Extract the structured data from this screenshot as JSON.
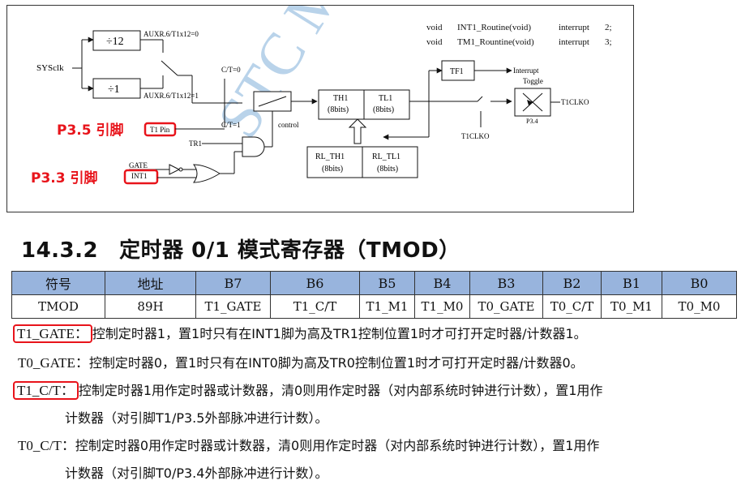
{
  "diagram": {
    "code_lines": [
      {
        "type": "void",
        "name": "INT1_Routine(void)",
        "kw": "interrupt",
        "num": "2;"
      },
      {
        "type": "void",
        "name": "TM1_Rountine(void)",
        "kw": "interrupt",
        "num": "3;"
      }
    ],
    "sysclk": "SYSclk",
    "div12": "÷12",
    "div1": "÷1",
    "auxr_0": "AUXR.6/T1x12=0",
    "auxr_1": "AUXR.6/T1x12=1",
    "ct0": "C/T=0",
    "ct1": "C/T=1",
    "control": "control",
    "t1pin": "T1 Pin",
    "tr1": "TR1",
    "gate": "GATE",
    "int1": "INT1",
    "th1": "TH1",
    "tl1": "TL1",
    "bits8": "(8bits)",
    "rl_th1": "RL_TH1",
    "rl_tl1": "RL_TL1",
    "tf1": "TF1",
    "interrupt": "Interrupt",
    "toggle": "Toggle",
    "t1clko": "T1CLKO",
    "p34": "P3.4",
    "p35_label": "P3.5 引脚",
    "p33_label": "P3.3 引脚",
    "watermark": "STC M"
  },
  "section": {
    "number": "14.3.2",
    "title": "定时器 0/1 模式寄存器（TMOD）"
  },
  "table": {
    "headers": [
      "符号",
      "地址",
      "B7",
      "B6",
      "B5",
      "B4",
      "B3",
      "B2",
      "B1",
      "B0"
    ],
    "row": [
      "TMOD",
      "89H",
      "T1_GATE",
      "T1_C/T",
      "T1_M1",
      "T1_M0",
      "T0_GATE",
      "T0_C/T",
      "T0_M1",
      "T0_M0"
    ]
  },
  "descriptions": {
    "t1_gate_term": "T1_GATE：",
    "t1_gate_text": "控制定时器1，置1时只有在INT1脚为高及TR1控制位置1时才可打开定时器/计数器1。",
    "t0_gate_term": "T0_GATE：",
    "t0_gate_text": "控制定时器0，置1时只有在INT0脚为高及TR0控制位置1时才可打开定时器/计数器0。",
    "t1_ct_term": "T1_C/T：",
    "t1_ct_text": "控制定时器1用作定时器或计数器，清0则用作定时器（对内部系统时钟进行计数），置1用作",
    "t1_ct_cont": "计数器（对引脚T1/P3.5外部脉冲进行计数）。",
    "t0_ct_term": "T0_C/T：",
    "t0_ct_text": "控制定时器0用作定时器或计数器，清0则用作定时器（对内部系统时钟进行计数），置1用作",
    "t0_ct_cont": "计数器（对引脚T0/P3.4外部脉冲进行计数）。"
  },
  "colors": {
    "highlight": "#e8141b",
    "table_header": "#98b4dd",
    "watermark": "#b9d3ea"
  }
}
